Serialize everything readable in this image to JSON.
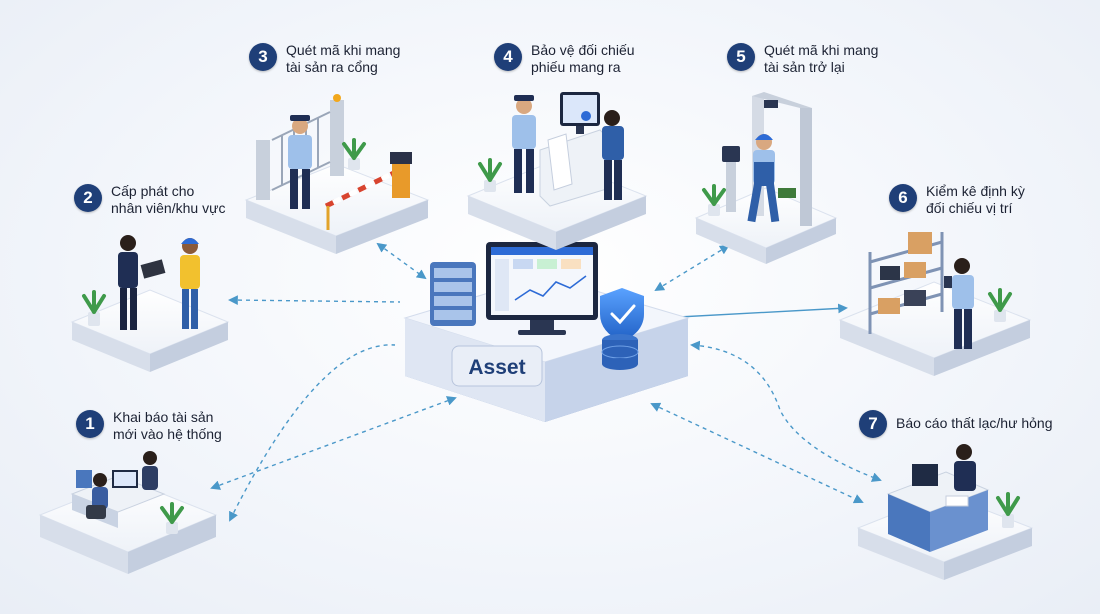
{
  "center": {
    "label": "Asset"
  },
  "steps": [
    {
      "number": "1",
      "lines": [
        "Khai báo tài sản",
        "mới vào hệ thống"
      ]
    },
    {
      "number": "2",
      "lines": [
        "Cấp phát cho",
        "nhân viên/khu vực"
      ]
    },
    {
      "number": "3",
      "lines": [
        "Quét mã khi mang",
        "tài sản ra cổng"
      ]
    },
    {
      "number": "4",
      "lines": [
        "Bảo vệ đối chiếu",
        "phiếu mang ra"
      ]
    },
    {
      "number": "5",
      "lines": [
        "Quét mã khi mang",
        "tài sản trở lại"
      ]
    },
    {
      "number": "6",
      "lines": [
        "Kiểm kê định kỳ",
        "đối chiếu vị trí"
      ]
    },
    {
      "number": "7",
      "lines": [
        "Báo cáo thất lạc/hư hỏng"
      ]
    }
  ],
  "colors": {
    "badge": "#1f3f78",
    "platform_top": "#f5f7fb",
    "platform_side": "#cdd6e6",
    "connector": "#4a98c9",
    "uniform": "#2f5fa8",
    "accent": "#2d6bd6"
  }
}
